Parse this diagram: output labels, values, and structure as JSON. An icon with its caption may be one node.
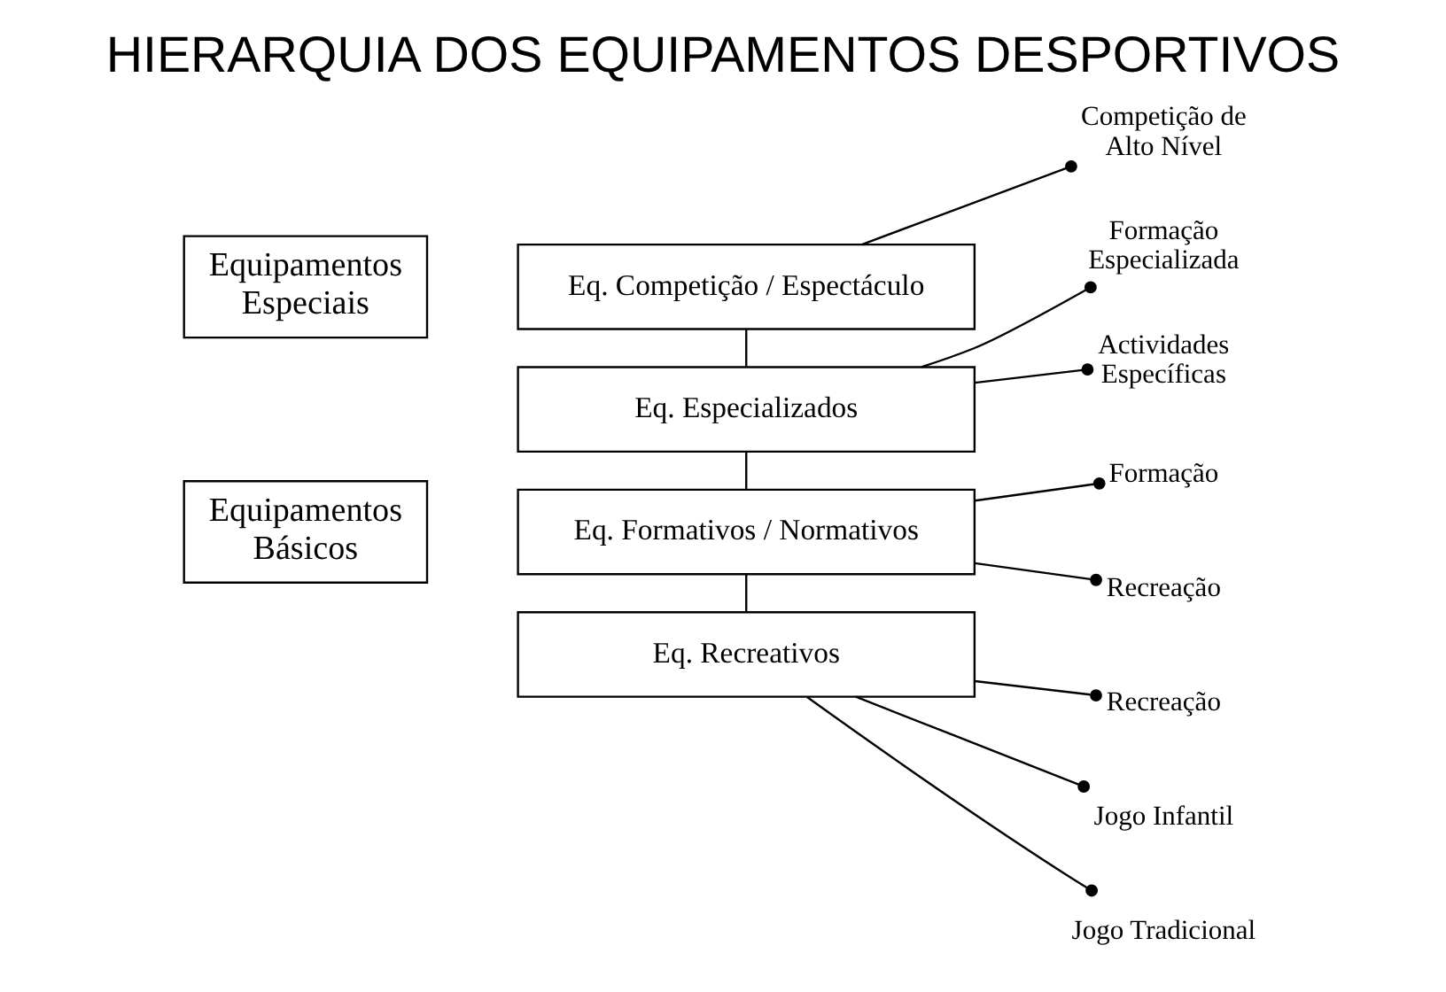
{
  "diagram": {
    "title": "HIERARQUIA DOS EQUIPAMENTOS DESPORTIVOS",
    "nodes": [
      {
        "text": [
          "Equipamentos Especiais"
        ]
      },
      {
        "text": [
          "Equipamentos Básicos"
        ]
      },
      {
        "text": [
          "Eq. Competição / Espectáculo"
        ]
      },
      {
        "text": [
          "Eq. Especializados"
        ]
      },
      {
        "text": [
          "Eq. Formativos / Normativos"
        ]
      },
      {
        "text": [
          "Eq. Recreativos"
        ]
      },
      {
        "text": [
          "Competição de Alto Nível"
        ]
      },
      {
        "text": [
          "Formação Especializada"
        ]
      },
      {
        "text": [
          "Actividades Específicas"
        ]
      },
      {
        "text": [
          "Formação"
        ]
      },
      {
        "text": [
          "Recreação"
        ]
      },
      {
        "text": [
          "Recreação"
        ]
      },
      {
        "text": [
          "Jogo Infantil"
        ]
      },
      {
        "text": [
          "Jogo Tradicional"
        ]
      }
    ],
    "edges": [
      {
        "from": 2,
        "to": 3,
        "arrow": "none"
      },
      {
        "from": 3,
        "to": 4,
        "arrow": "none"
      },
      {
        "from": 4,
        "to": 5,
        "arrow": "none"
      },
      {
        "from": 2,
        "to": 6,
        "arrow": "other"
      },
      {
        "from": 3,
        "to": 7,
        "arrow": "other"
      },
      {
        "from": 3,
        "to": 8,
        "arrow": "other"
      },
      {
        "from": 4,
        "to": 9,
        "arrow": "other"
      },
      {
        "from": 4,
        "to": 10,
        "arrow": "other"
      },
      {
        "from": 5,
        "to": 11,
        "arrow": "other"
      },
      {
        "from": 5,
        "to": 12,
        "arrow": "other"
      },
      {
        "from": 5,
        "to": 13,
        "arrow": "other"
      }
    ]
  }
}
